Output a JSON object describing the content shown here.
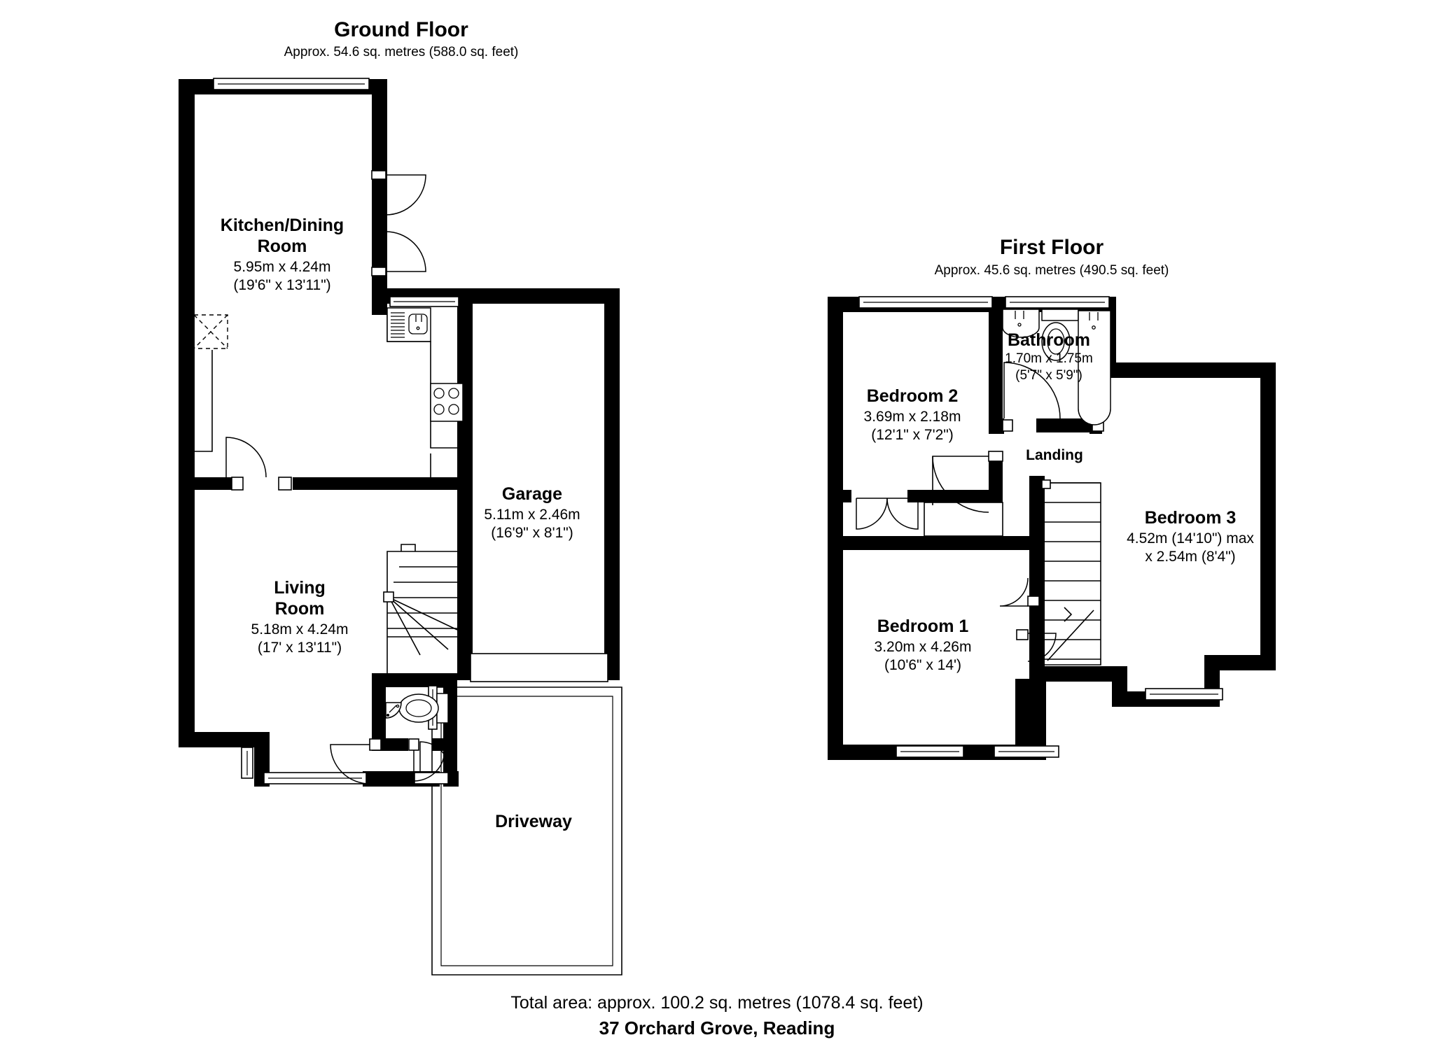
{
  "document": {
    "type": "floor-plan",
    "address": "37 Orchard Grove, Reading",
    "total_area_text": "Total area: approx. 100.2 sq. metres (1078.4 sq. feet)"
  },
  "floors": [
    {
      "id": "ground",
      "title": "Ground Floor",
      "subtitle": "Approx. 54.6 sq. metres (588.0 sq. feet)",
      "rooms": [
        {
          "id": "kitchen-dining",
          "name_line1": "Kitchen/Dining",
          "name_line2": "Room",
          "dim_metric": "5.95m x 4.24m",
          "dim_imperial": "(19'6\" x 13'11\")"
        },
        {
          "id": "garage",
          "name_line1": "Garage",
          "name_line2": "",
          "dim_metric": "5.11m x 2.46m",
          "dim_imperial": "(16'9\" x 8'1\")"
        },
        {
          "id": "living-room",
          "name_line1": "Living",
          "name_line2": "Room",
          "dim_metric": "5.18m x 4.24m",
          "dim_imperial": "(17' x 13'11\")"
        },
        {
          "id": "driveway",
          "name_line1": "Driveway",
          "name_line2": "",
          "dim_metric": "",
          "dim_imperial": ""
        }
      ]
    },
    {
      "id": "first",
      "title": "First Floor",
      "subtitle": "Approx. 45.6 sq. metres (490.5 sq. feet)",
      "rooms": [
        {
          "id": "bedroom-2",
          "name_line1": "Bedroom 2",
          "name_line2": "",
          "dim_metric": "3.69m x 2.18m",
          "dim_imperial": "(12'1\" x 7'2\")"
        },
        {
          "id": "bathroom",
          "name_line1": "Bathroom",
          "name_line2": "",
          "dim_metric": "1.70m x 1.75m",
          "dim_imperial": "(5'7\" x 5'9\")"
        },
        {
          "id": "landing",
          "name_line1": "Landing",
          "name_line2": "",
          "dim_metric": "",
          "dim_imperial": ""
        },
        {
          "id": "bedroom-3",
          "name_line1": "Bedroom 3",
          "name_line2": "",
          "dim_metric": "4.52m (14'10\") max",
          "dim_imperial": "x 2.54m (8'4\")"
        },
        {
          "id": "bedroom-1",
          "name_line1": "Bedroom 1",
          "name_line2": "",
          "dim_metric": "3.20m x 4.26m",
          "dim_imperial": "(10'6\" x 14')"
        }
      ]
    }
  ],
  "colors": {
    "wall": "#000000",
    "background": "#ffffff",
    "text": "#000000",
    "fixture_stroke": "#000000"
  }
}
